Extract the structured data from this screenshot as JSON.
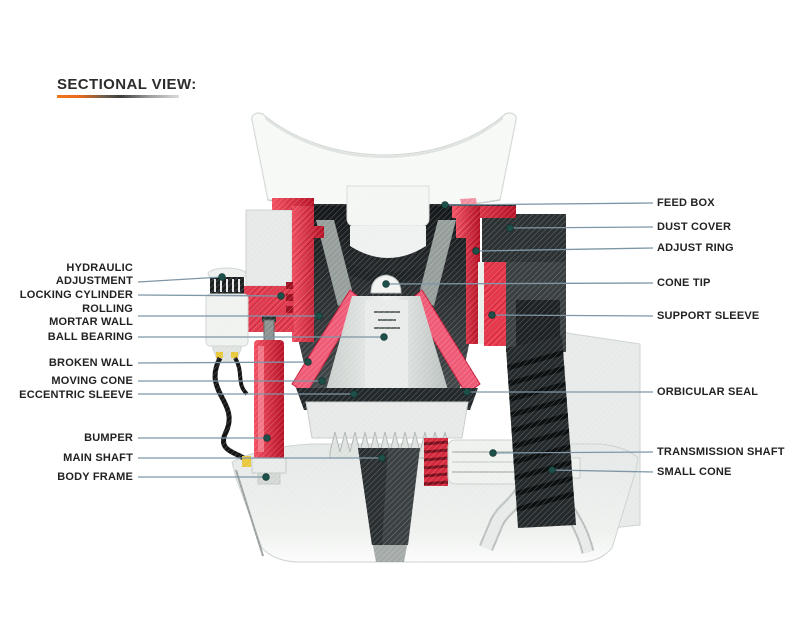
{
  "title": {
    "text": "SECTIONAL VIEW:"
  },
  "colors": {
    "accent_red": "#e8364a",
    "highlight_pink": "#f0657e",
    "leader_line": "#7e96a6",
    "marker_dot": "#1d5048",
    "underline_orange": "#f2761b",
    "label_text": "#222222"
  },
  "machine": {
    "name": "cone crusher cutaway illustration"
  },
  "labels_left": [
    {
      "text": "HYDRAULIC ADJUSTMENT"
    },
    {
      "text": "LOCKING CYLINDER"
    },
    {
      "text": "ROLLING MORTAR WALL"
    },
    {
      "text": "BALL BEARING"
    },
    {
      "text": "BROKEN WALL"
    },
    {
      "text": "MOVING CONE"
    },
    {
      "text": "ECCENTRIC SLEEVE"
    },
    {
      "text": "BUMPER"
    },
    {
      "text": "MAIN SHAFT"
    },
    {
      "text": "BODY FRAME"
    }
  ],
  "labels_right": [
    {
      "text": "FEED BOX"
    },
    {
      "text": "DUST COVER"
    },
    {
      "text": "ADJUST RING"
    },
    {
      "text": "CONE TIP"
    },
    {
      "text": "SUPPORT SLEEVE"
    },
    {
      "text": "ORBICULAR SEAL"
    },
    {
      "text": "TRANSMISSION SHAFT"
    },
    {
      "text": "SMALL CONE"
    }
  ]
}
